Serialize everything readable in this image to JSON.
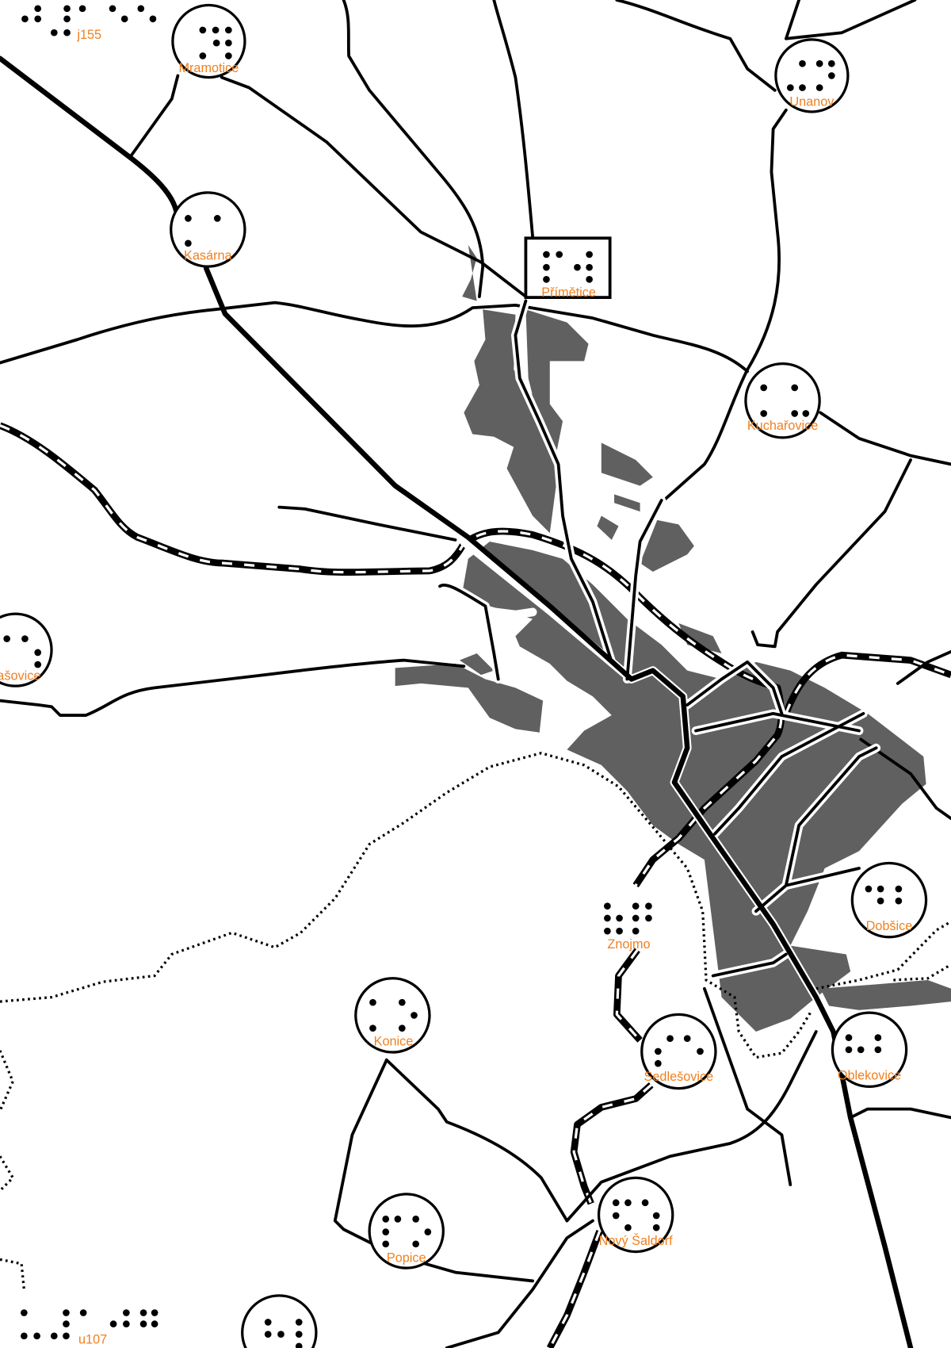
{
  "map": {
    "title": "Znojmo tactile map",
    "colors": {
      "label": "#f08020",
      "built_up": "#606060",
      "road": "#000000"
    },
    "places": [
      {
        "id": "mramotice",
        "label": "Mramotice"
      },
      {
        "id": "unanov",
        "label": "Unanov"
      },
      {
        "id": "kasarna",
        "label": "Kasárna"
      },
      {
        "id": "primetice",
        "label": "Přímětice"
      },
      {
        "id": "kucharovice",
        "label": "Kuchařovice"
      },
      {
        "id": "asovice",
        "label": "ašovice"
      },
      {
        "id": "znojmo",
        "label": "Znojmo"
      },
      {
        "id": "dobsice",
        "label": "Dobšice"
      },
      {
        "id": "konice",
        "label": "Konice"
      },
      {
        "id": "sedlesovice",
        "label": "Sedlešovice"
      },
      {
        "id": "oblekovice",
        "label": "Oblekovice"
      },
      {
        "id": "popice",
        "label": "Popice"
      },
      {
        "id": "novy-saldorf",
        "label": "Nový Šaldorf"
      }
    ],
    "sheet_refs": [
      {
        "id": "top-left",
        "label": "j155"
      },
      {
        "id": "bottom-left",
        "label": "u107"
      }
    ]
  }
}
